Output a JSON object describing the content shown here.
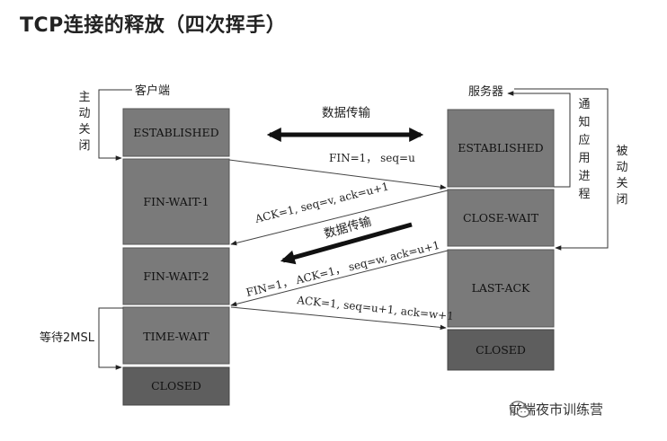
{
  "title": "TCP连接的释放（四次挥手）",
  "client": {
    "label": "客户端",
    "active_close": "主动关闭",
    "wait_label": "等待2MSL",
    "states": [
      "ESTABLISHED",
      "FIN-WAIT-1",
      "FIN-WAIT-2",
      "TIME-WAIT",
      "CLOSED"
    ]
  },
  "server": {
    "label": "服务器",
    "notify_process": "通知应用进程",
    "passive_close": "被动关闭",
    "states": [
      "ESTABLISHED",
      "CLOSE-WAIT",
      "LAST-ACK",
      "CLOSED"
    ]
  },
  "data_transfer_1": "数据传输",
  "data_transfer_2": "数据传输",
  "messages": {
    "fin1": "FIN=1， seq=u",
    "ack1": "ACK=1, seq=v, ack=u+1",
    "fin2": "FIN=1， ACK=1， seq=w, ack=u+1",
    "ack2": "ACK=1, seq=u+1, ack=w+1"
  },
  "watermark": "前端夜市训练营",
  "colors": {
    "state_box": "#7a7a7a",
    "closed_box": "#5e5e5e",
    "arrow": "#111111"
  },
  "icons": [
    "wechat-icon"
  ]
}
